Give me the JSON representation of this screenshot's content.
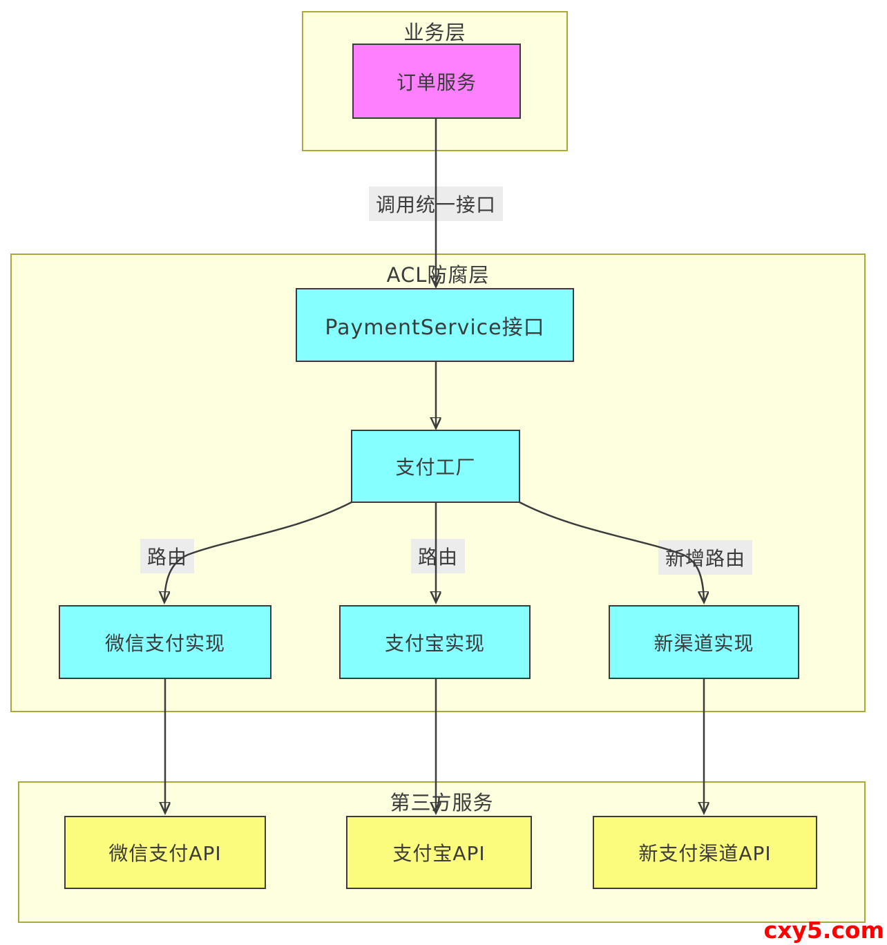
{
  "diagram": {
    "containers": {
      "business": {
        "title": "业务层"
      },
      "acl": {
        "title": "ACL防腐层"
      },
      "third_party": {
        "title": "第三方服务"
      }
    },
    "nodes": {
      "order_service": {
        "label": "订单服务"
      },
      "payment_service": {
        "label": "PaymentService接口"
      },
      "payment_factory": {
        "label": "支付工厂"
      },
      "wechat_impl": {
        "label": "微信支付实现"
      },
      "alipay_impl": {
        "label": "支付宝实现"
      },
      "new_channel_impl": {
        "label": "新渠道实现"
      },
      "wechat_api": {
        "label": "微信支付API"
      },
      "alipay_api": {
        "label": "支付宝API"
      },
      "new_channel_api": {
        "label": "新支付渠道API"
      }
    },
    "edge_labels": {
      "call_unified_interface": "调用统一接口",
      "route_left": "路由",
      "route_middle": "路由",
      "route_right": "新增路由"
    },
    "colors": {
      "container_fill": "#feffde",
      "container_border": "#a9a93a",
      "node_border": "#3b3b3b",
      "edge": "#3b3b3b",
      "edge_label_bg": "#ececec",
      "order_node_fill": "#ff80ff",
      "acl_node_fill": "#85ffff",
      "api_node_fill": "#fbfb7d",
      "watermark_color": "#fe0000"
    },
    "watermark": "cxy5.com"
  }
}
